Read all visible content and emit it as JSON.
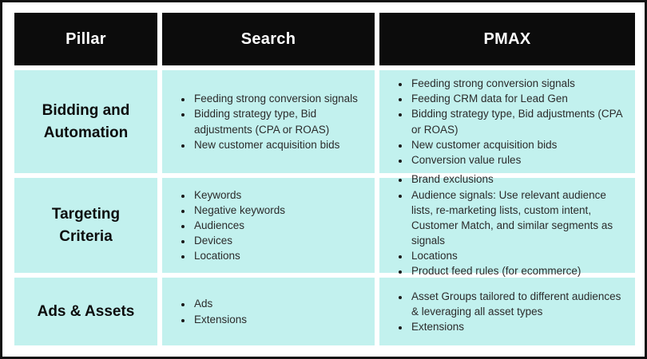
{
  "table": {
    "headers": [
      "Pillar",
      "Search",
      "PMAX"
    ],
    "rows": [
      {
        "pillar": "Bidding and Automation",
        "search": [
          "Feeding strong conversion signals",
          "Bidding strategy type, Bid adjustments (CPA or ROAS)",
          "New customer acquisition bids"
        ],
        "pmax": [
          "Feeding strong conversion signals",
          "Feeding CRM data for Lead Gen",
          "Bidding strategy type, Bid adjustments (CPA or ROAS)",
          "New customer acquisition bids",
          "Conversion value rules"
        ]
      },
      {
        "pillar": "Targeting Criteria",
        "search": [
          "Keywords",
          "Negative keywords",
          "Audiences",
          "Devices",
          "Locations"
        ],
        "pmax": [
          "Brand exclusions",
          "Audience signals: Use relevant audience lists, re-marketing lists, custom intent, Customer Match, and similar segments as signals",
          "Locations",
          "Product feed rules (for ecommerce)"
        ]
      },
      {
        "pillar": "Ads & Assets",
        "search": [
          "Ads",
          "Extensions"
        ],
        "pmax": [
          "Asset Groups tailored to different audiences & leveraging all asset types",
          "Extensions"
        ]
      }
    ],
    "colors": {
      "header_bg": "#0c0c0c",
      "header_text": "#ffffff",
      "cell_bg": "#c2f1ee",
      "body_text": "#2b2b2b",
      "page_border": "#111111",
      "page_bg": "#ffffff"
    }
  }
}
